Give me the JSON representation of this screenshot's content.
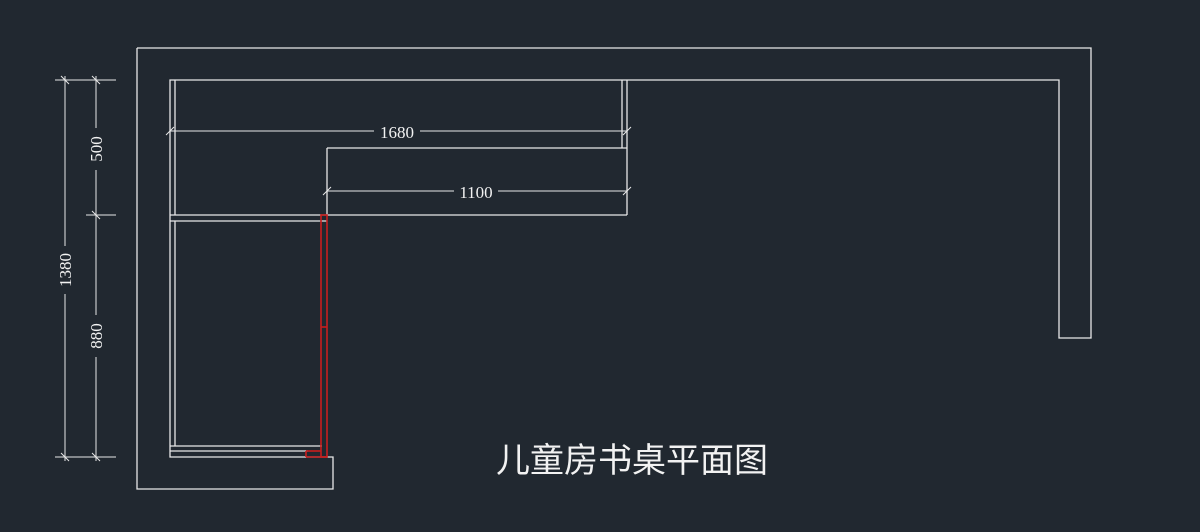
{
  "drawing": {
    "title": "儿童房书桌平面图",
    "dimensions": {
      "total_width": "1680",
      "shelf_width": "1100",
      "top_depth": "500",
      "lower_depth": "880",
      "total_height": "1380"
    },
    "colors": {
      "background": "#212830",
      "line": "#e8e8e8",
      "highlight": "#c81e1e"
    }
  }
}
